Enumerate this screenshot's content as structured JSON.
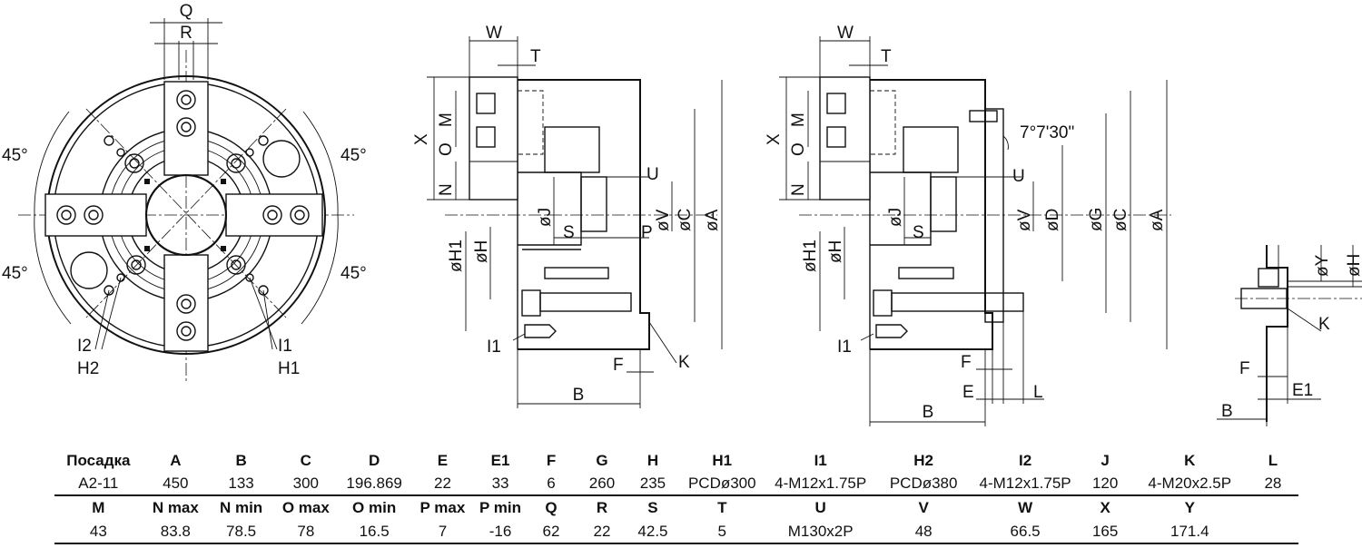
{
  "drawing": {
    "front_view": {
      "labels": {
        "Q": "Q",
        "R": "R",
        "a1": "45°",
        "a2": "45°",
        "a3": "45°",
        "a4": "45°",
        "I2": "I2",
        "H2": "H2",
        "I1": "I1",
        "H1": "H1"
      }
    },
    "side_view_1": {
      "labels": {
        "W": "W",
        "T": "T",
        "X": "X",
        "M": "M",
        "O": "O",
        "N": "N",
        "U": "U",
        "J": "øJ",
        "V": "øV",
        "C": "øC",
        "A": "øA",
        "S": "S",
        "P": "P",
        "H1": "øH1",
        "H": "øH",
        "I1": "I1",
        "F": "F",
        "K": "K",
        "B": "B"
      }
    },
    "side_view_2": {
      "labels": {
        "W": "W",
        "T": "T",
        "X": "X",
        "M": "M",
        "O": "O",
        "N": "N",
        "angle": "7°7'30\"",
        "U": "U",
        "J": "øJ",
        "V": "øV",
        "D": "øD",
        "G": "øG",
        "C": "øC",
        "A": "øA",
        "S": "S",
        "H1": "øH1",
        "H": "øH",
        "I1": "I1",
        "F": "F",
        "E": "E",
        "L": "L",
        "B": "B"
      }
    },
    "detail_view": {
      "labels": {
        "Y": "øY",
        "H": "øH",
        "K": "K",
        "F": "F",
        "E1": "E1",
        "B": "B"
      }
    }
  },
  "table": {
    "header1": [
      "Посадка",
      "A",
      "B",
      "C",
      "D",
      "E",
      "E1",
      "F",
      "G",
      "H",
      "H1",
      "I1",
      "H2",
      "I2",
      "J",
      "K",
      "L"
    ],
    "row1": [
      "A2-11",
      "450",
      "133",
      "300",
      "196.869",
      "22",
      "33",
      "6",
      "260",
      "235",
      "PCDø300",
      "4-M12x1.75P",
      "PCDø380",
      "4-M12x1.75P",
      "120",
      "4-M20x2.5P",
      "28"
    ],
    "header2": [
      "M",
      "N max",
      "N min",
      "O max",
      "O min",
      "P max",
      "P min",
      "Q",
      "R",
      "S",
      "T",
      "U",
      "V",
      "W",
      "X",
      "Y"
    ],
    "row2": [
      "43",
      "83.8",
      "78.5",
      "78",
      "16.5",
      "7",
      "-16",
      "62",
      "22",
      "42.5",
      "5",
      "M130x2P",
      "48",
      "66.5",
      "165",
      "171.4"
    ]
  }
}
